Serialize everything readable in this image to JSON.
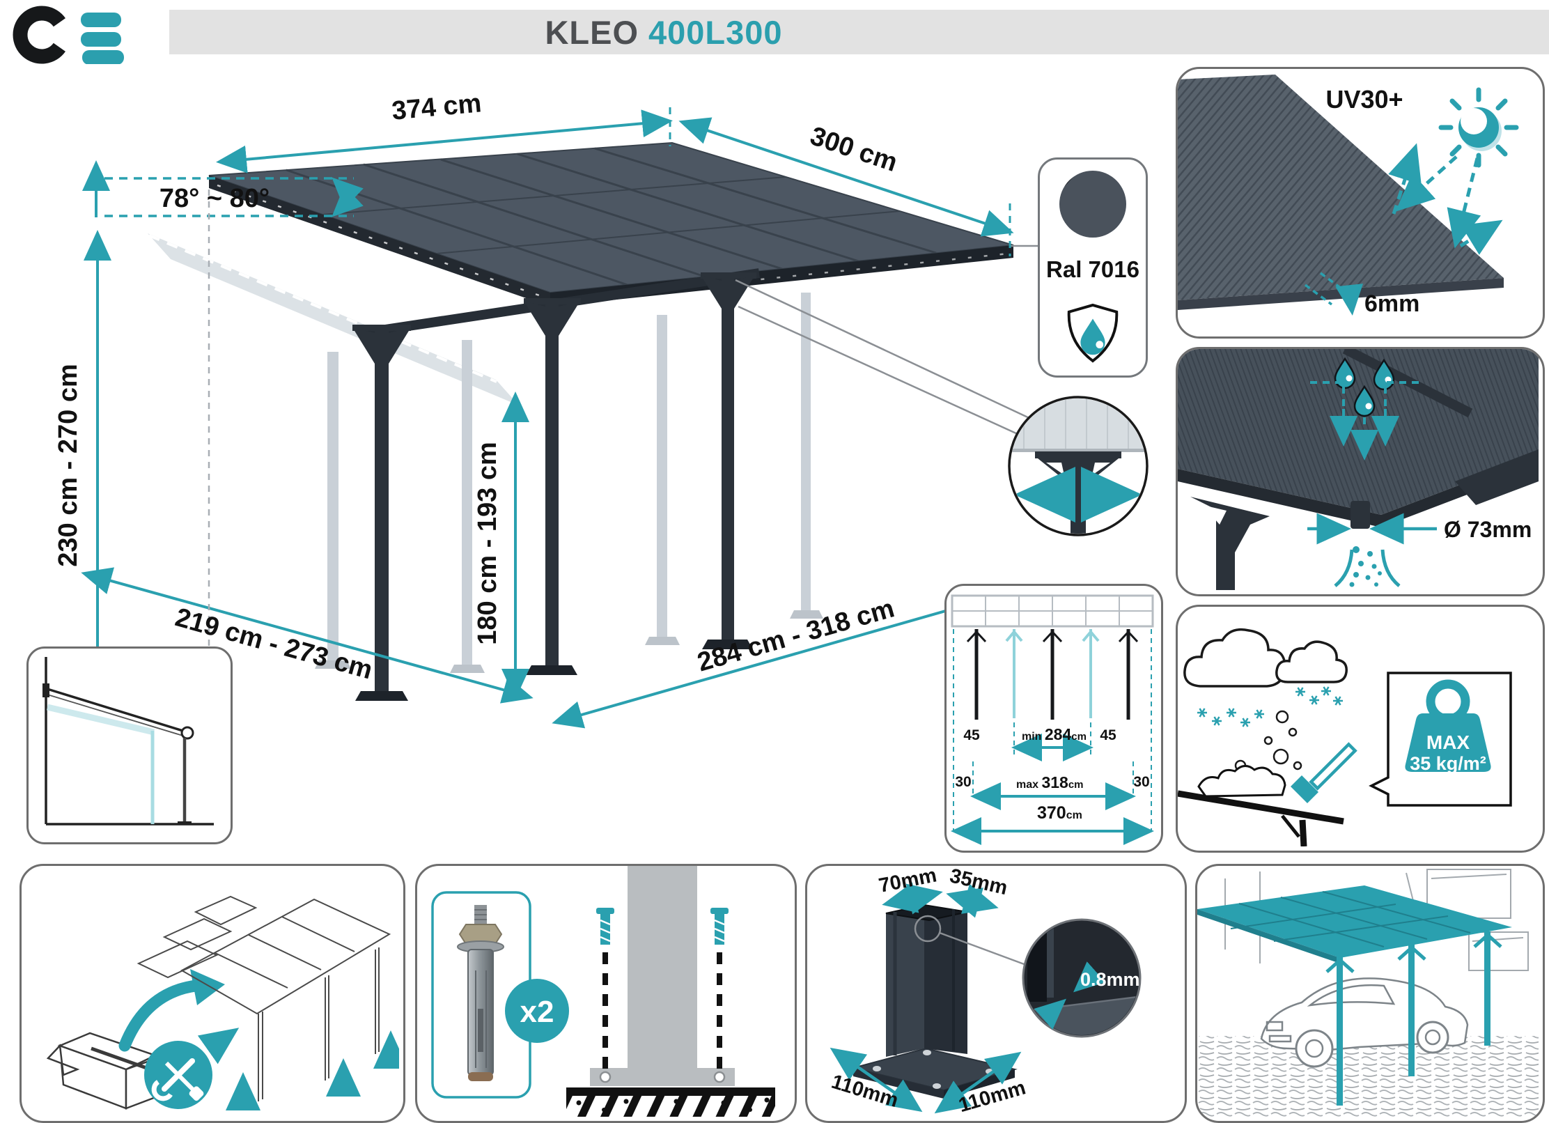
{
  "accent_color": "#2aa0af",
  "ral_color": "#4a525c",
  "header": {
    "title": "KLEO",
    "model": "400L300"
  },
  "diagram": {
    "dim_top_width": "374 cm",
    "dim_top_depth": "300 cm",
    "angle_range": "78° ~ 80°",
    "dim_wall_height": "230 cm - 270 cm",
    "dim_post_height": "180 cm - 193 cm",
    "dim_ground_depth": "219 cm - 273 cm",
    "dim_ground_width": "284 cm - 318 cm",
    "ral": "Ral 7016"
  },
  "uv_panel": {
    "uv_rating": "UV30+",
    "panel_thickness": "6mm"
  },
  "drain_panel": {
    "gutter_diameter": "Ø 73mm"
  },
  "spacing_panel": {
    "side_left": "45",
    "min_prefix": "min ",
    "min_value": "284",
    "min_unit": "cm",
    "side_right": "45",
    "edge_left": "30",
    "max_prefix": "max ",
    "max_value": "318",
    "max_unit": "cm",
    "edge_right": "30",
    "total_value": "370",
    "total_unit": "cm"
  },
  "snow_panel": {
    "max_label": "MAX",
    "max_load": "35 kg/m²"
  },
  "anchor_panel": {
    "quantity": "x2"
  },
  "post_panel": {
    "profile_width": "70mm",
    "profile_depth": "35mm",
    "wall_thickness": "0.8mm",
    "base_width": "110mm",
    "base_depth": "110mm"
  }
}
